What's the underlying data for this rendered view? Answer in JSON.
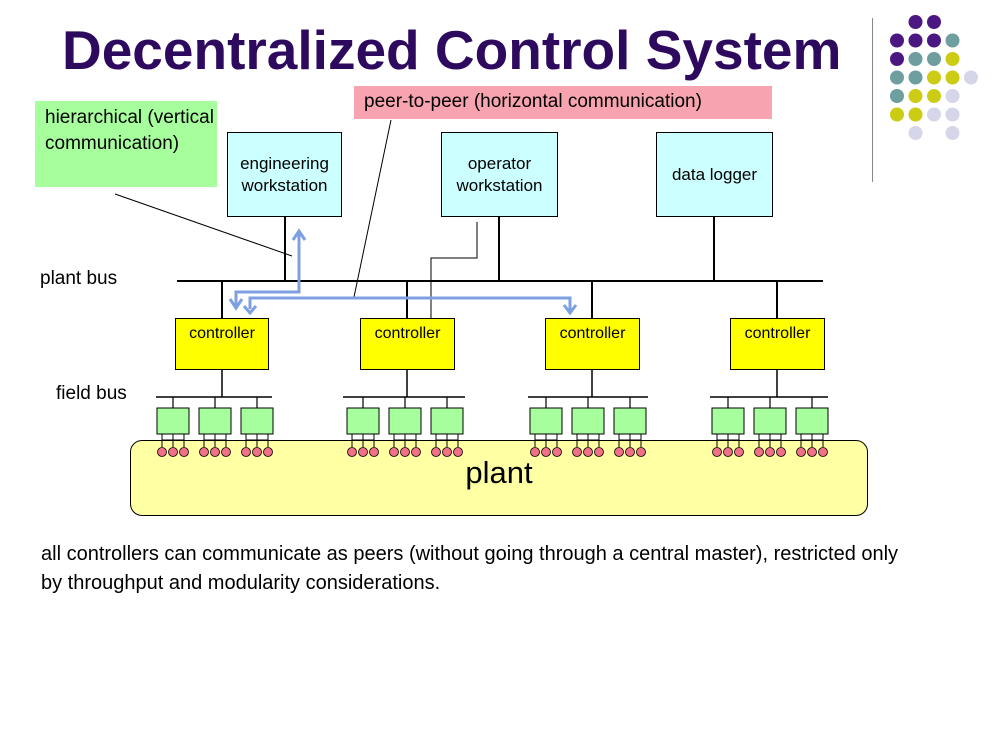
{
  "title": "Decentralized Control System",
  "callouts": {
    "hierarchical": "hierarchical (vertical communication)",
    "peer": "peer-to-peer (horizontal communication)"
  },
  "workstations": {
    "engineering": "engineering workstation",
    "operator": "operator workstation",
    "logger": "data logger"
  },
  "labels": {
    "plant_bus": "plant bus",
    "field_bus": "field bus",
    "plant": "plant"
  },
  "controllers": [
    "controller",
    "controller",
    "controller",
    "controller"
  ],
  "caption": "all controllers can communicate as peers  (without going through a central master), restricted only by throughput and modularity considerations.",
  "colors": {
    "title": "#2e0a5e",
    "callout_green": "#a6ff9c",
    "callout_pink": "#f7a4b0",
    "workstation": "#ccffff",
    "controller": "#ffff00",
    "field_device": "#a6ff9c",
    "sensor": "#f07088",
    "plant": "#ffffa3",
    "arrow": "#7fa0e0",
    "dot_purple": "#4b1780",
    "dot_teal": "#6e9e9e",
    "dot_olive": "#cccc14",
    "dot_lavender": "#d6d6ea"
  }
}
